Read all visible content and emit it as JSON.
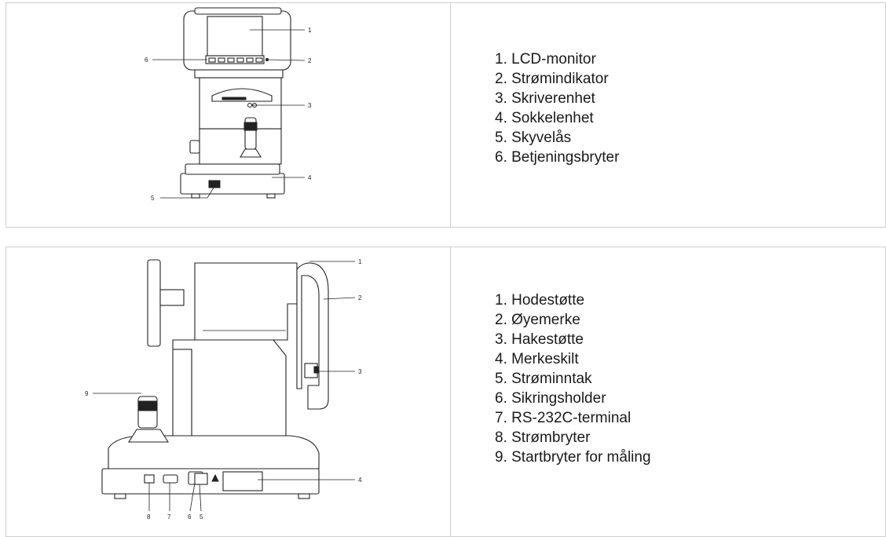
{
  "front_view": {
    "legend": [
      "1. LCD-monitor",
      "2. Strømindikator",
      "3. Skriverenhet",
      "4. Sokkelenhet",
      "5. Skyvelås",
      "6. Betjeningsbryter"
    ],
    "callouts": [
      "1",
      "2",
      "3",
      "4",
      "5",
      "6"
    ]
  },
  "side_view": {
    "legend": [
      "1. Hodestøtte",
      "2. Øyemerke",
      "3. Hakestøtte",
      "4. Merkeskilt",
      "5. Strøminntak",
      "6. Sikringsholder",
      "7. RS-232C-terminal",
      "8. Strømbryter",
      "9. Startbryter for måling"
    ],
    "callouts": [
      "1",
      "2",
      "3",
      "4",
      "5",
      "6",
      "7",
      "8",
      "9"
    ]
  }
}
